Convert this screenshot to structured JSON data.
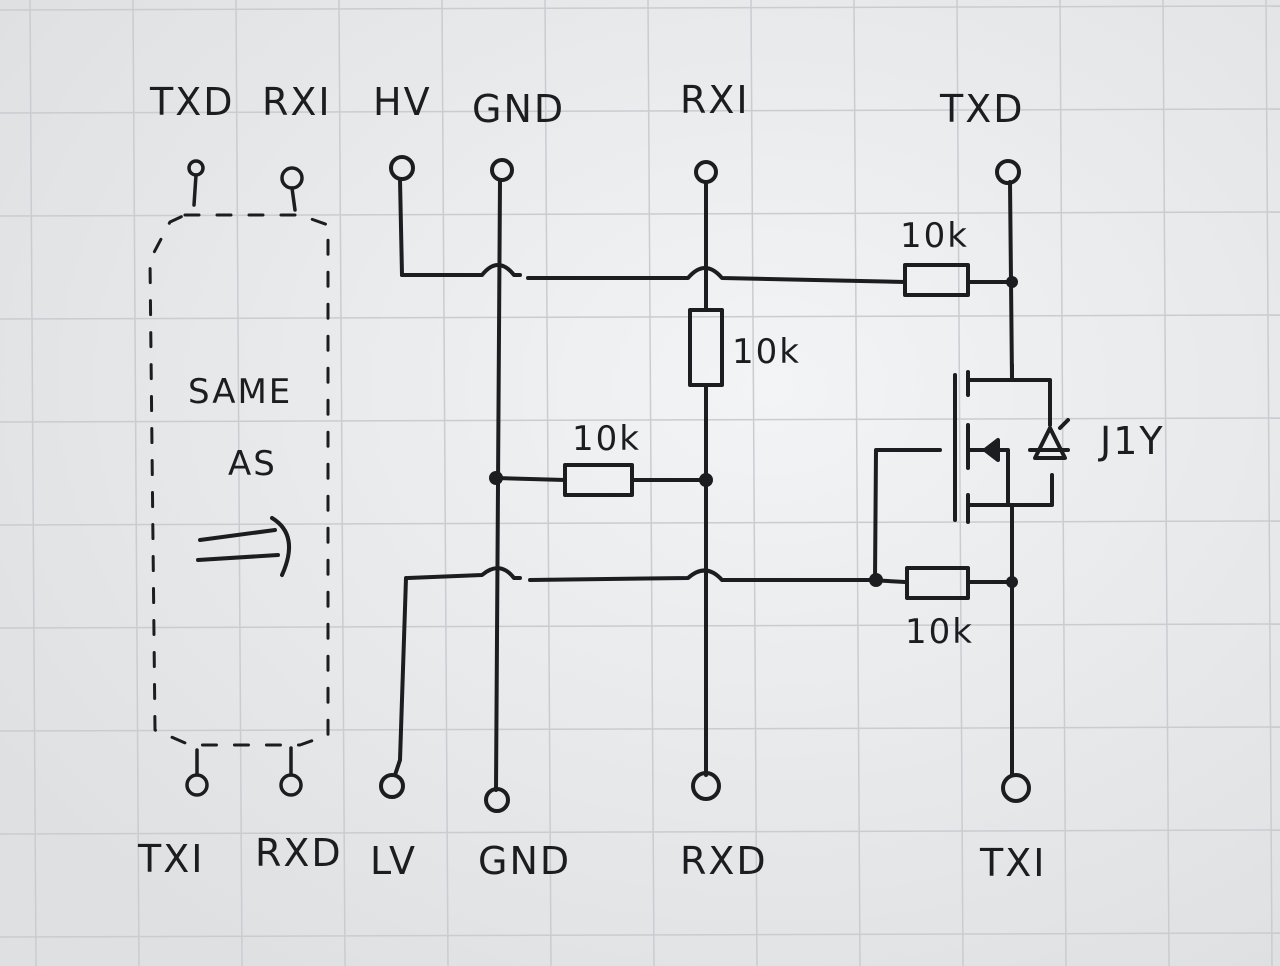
{
  "top_pins": {
    "txd_left": "TXD",
    "rxi_left": "RXI",
    "hv": "HV",
    "gnd": "GND",
    "rxi": "RXI",
    "txd": "TXD"
  },
  "bottom_pins": {
    "txi_left": "TXI",
    "rxd_left": "RXD",
    "lv": "LV",
    "gnd": "GND",
    "rxd": "RXD",
    "txi": "TXI"
  },
  "resistors": {
    "top_right": "10k",
    "middle_vertical": "10k",
    "middle_horizontal": "10k",
    "bottom_right": "10k"
  },
  "transistor_label": "J1Y",
  "note": {
    "line1": "SAME",
    "line2": "AS"
  },
  "colors": {
    "paper": "#eceef0",
    "grid": "#c9ccd1",
    "ink": "#1b1d20"
  }
}
